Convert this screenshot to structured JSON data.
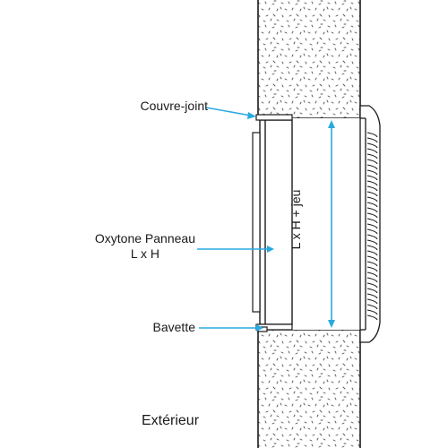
{
  "labels": {
    "couvre_joint": "Couvre-joint",
    "panel_line1": "Oxytone Panneau",
    "panel_line2": "L x H",
    "bavette": "Bavette",
    "dimension": "L x H + jeu",
    "exterieur": "Extérieur"
  },
  "colors": {
    "wall_outline": "#1a1a1a",
    "stipple": "#555555",
    "arrow": "#29a9e1",
    "text": "#1a1a1a"
  }
}
